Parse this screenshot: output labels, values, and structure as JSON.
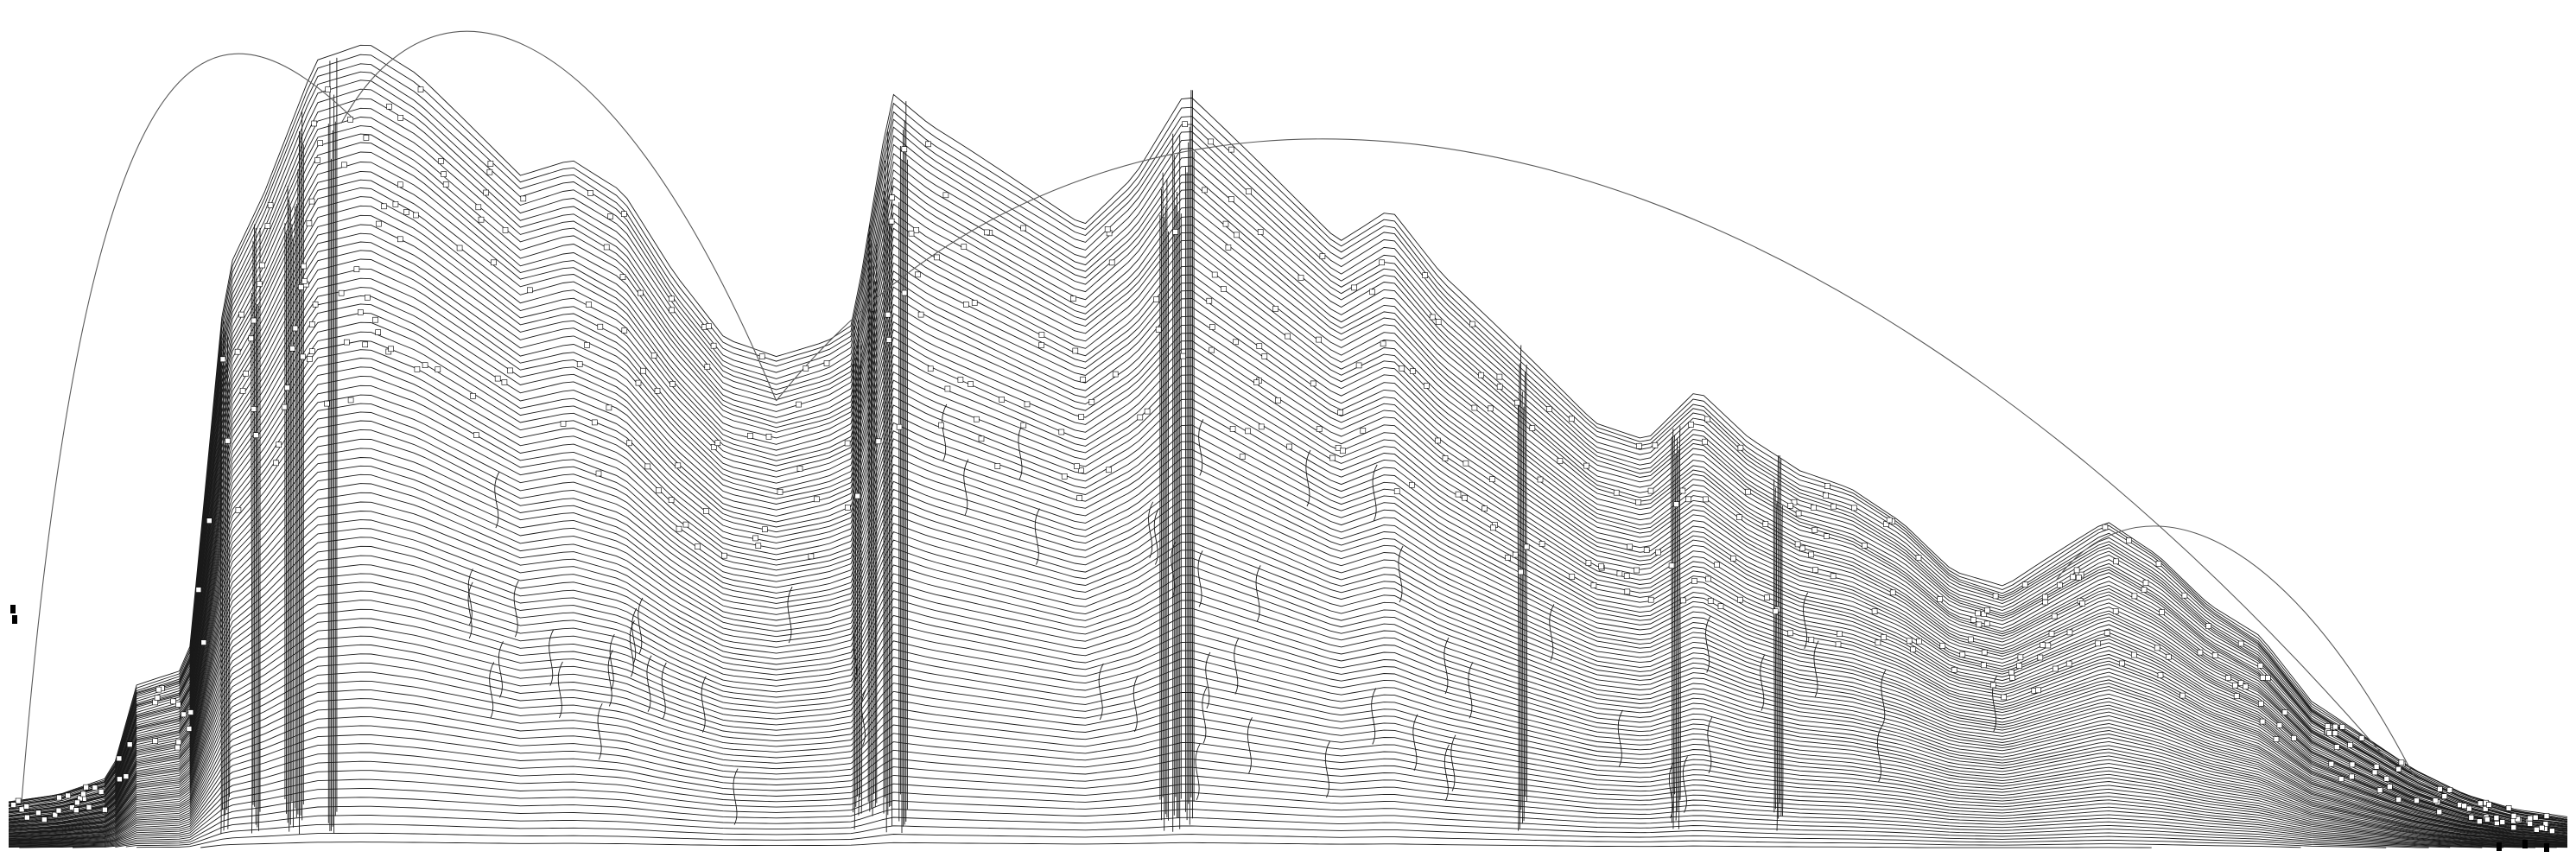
{
  "diagram": {
    "type": "layered-graph",
    "colors": {
      "background": "#ffffff",
      "edge": "#1a1a1a",
      "long_arc": "#5a5a5a",
      "node_fill": "#ffffff",
      "node_stroke": "#000000"
    },
    "profile": [
      [
        0,
        0.06
      ],
      [
        0.02,
        0.07
      ],
      [
        0.04,
        0.09
      ],
      [
        0.05,
        0.2
      ],
      [
        0.07,
        0.22
      ],
      [
        0.085,
        0.7
      ],
      [
        0.1,
        0.8
      ],
      [
        0.12,
        0.96
      ],
      [
        0.14,
        0.98
      ],
      [
        0.16,
        0.94
      ],
      [
        0.18,
        0.88
      ],
      [
        0.2,
        0.82
      ],
      [
        0.22,
        0.84
      ],
      [
        0.24,
        0.8
      ],
      [
        0.26,
        0.7
      ],
      [
        0.28,
        0.62
      ],
      [
        0.3,
        0.6
      ],
      [
        0.32,
        0.62
      ],
      [
        0.33,
        0.64
      ],
      [
        0.345,
        0.92
      ],
      [
        0.36,
        0.88
      ],
      [
        0.38,
        0.84
      ],
      [
        0.4,
        0.8
      ],
      [
        0.42,
        0.76
      ],
      [
        0.44,
        0.82
      ],
      [
        0.46,
        0.92
      ],
      [
        0.48,
        0.86
      ],
      [
        0.5,
        0.8
      ],
      [
        0.52,
        0.74
      ],
      [
        0.54,
        0.78
      ],
      [
        0.56,
        0.7
      ],
      [
        0.58,
        0.64
      ],
      [
        0.6,
        0.58
      ],
      [
        0.62,
        0.52
      ],
      [
        0.64,
        0.5
      ],
      [
        0.66,
        0.56
      ],
      [
        0.68,
        0.5
      ],
      [
        0.7,
        0.46
      ],
      [
        0.72,
        0.44
      ],
      [
        0.74,
        0.4
      ],
      [
        0.76,
        0.34
      ],
      [
        0.78,
        0.32
      ],
      [
        0.8,
        0.36
      ],
      [
        0.82,
        0.4
      ],
      [
        0.84,
        0.36
      ],
      [
        0.86,
        0.3
      ],
      [
        0.88,
        0.26
      ],
      [
        0.9,
        0.18
      ],
      [
        0.92,
        0.14
      ],
      [
        0.94,
        0.1
      ],
      [
        0.96,
        0.07
      ],
      [
        0.98,
        0.05
      ],
      [
        1.0,
        0.04
      ]
    ],
    "vertical_cliffs": [
      0.083,
      0.095,
      0.108,
      0.112,
      0.125,
      0.33,
      0.336,
      0.342,
      0.348,
      0.45,
      0.455,
      0.46,
      0.59,
      0.65,
      0.69
    ],
    "dense_band_lines": 90,
    "long_arcs": [
      {
        "from": 0.005,
        "to": 0.135,
        "peak": 0.99
      },
      {
        "from": 0.13,
        "to": 0.3,
        "peak": 1.0
      },
      {
        "from": 0.3,
        "to": 0.93,
        "peak": 0.96
      },
      {
        "from": 0.8,
        "to": 0.94,
        "peak": 0.38
      }
    ]
  }
}
